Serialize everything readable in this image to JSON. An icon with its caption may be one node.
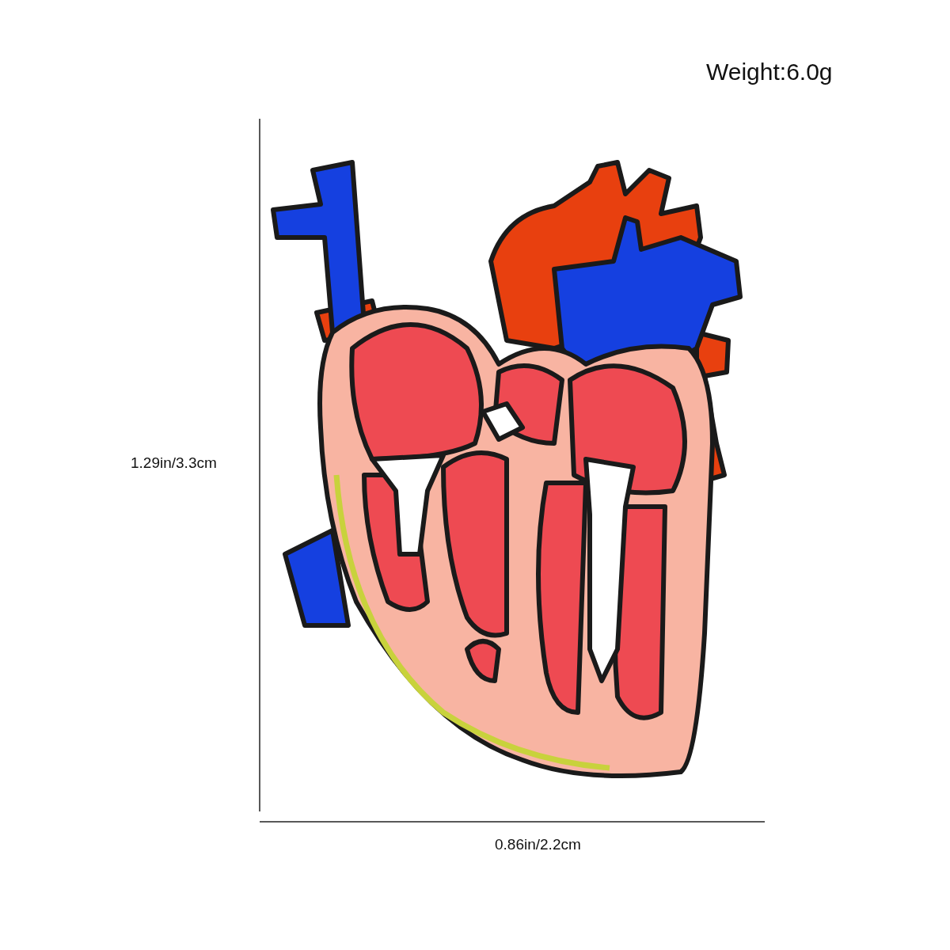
{
  "diagram": {
    "labels": [
      "Weight:6.0g",
      "1.29in/3.3cm",
      "0.86in/2.2cm"
    ]
  }
}
